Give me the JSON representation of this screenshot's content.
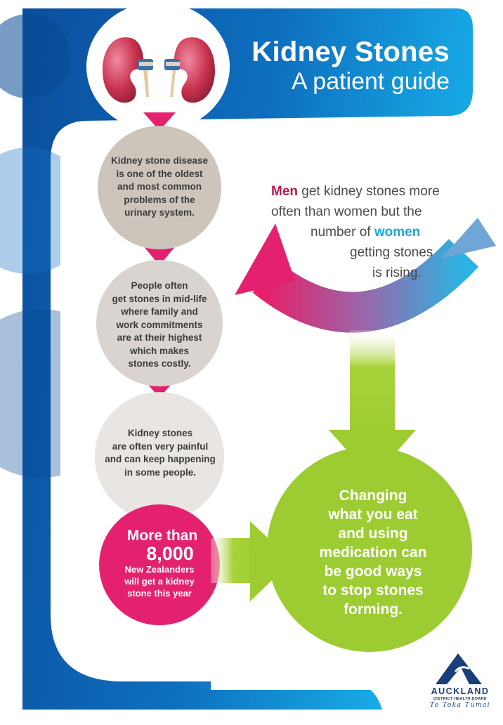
{
  "title": {
    "main": "Kidney Stones",
    "subtitle": "A patient guide"
  },
  "facts": [
    {
      "lines": [
        "Kidney stone disease",
        "is one of the oldest",
        "and most common",
        "problems of the",
        "urinary system."
      ]
    },
    {
      "lines": [
        "People often",
        "get stones in mid-life",
        "where family and",
        "work commitments",
        "are at their highest",
        "which makes",
        "stones costly."
      ]
    },
    {
      "lines": [
        "Kidney stones",
        "are often very painful",
        "and can keep happening",
        "in some people."
      ]
    }
  ],
  "stat": {
    "lead": "More than",
    "number": "8,000",
    "lines": [
      "New Zealanders",
      "will get a kidney",
      "stone this year"
    ]
  },
  "gender_note": {
    "men": "Men",
    "line1_rest": " get kidney stones more",
    "line2": "often than women but the",
    "line3_pre": "number of ",
    "women": "women",
    "line4": "getting stones",
    "line5": "is rising."
  },
  "solution": {
    "lines": [
      "Changing",
      "what you eat",
      "and using",
      "medication can",
      "be good ways",
      "to stop stones",
      "forming."
    ]
  },
  "logo": {
    "name": "AUCKLAND",
    "subtitle": "DISTRICT HEALTH BOARD",
    "maori": "Te Toka Tumai"
  },
  "icons": [
    "kidneys-icon",
    "curved-double-arrow",
    "down-arrow",
    "right-arrow",
    "adhb-logo-icon"
  ],
  "colors": {
    "blue_dark": "#0a5fae",
    "blue_light": "#16a6e4",
    "pink": "#e3216e",
    "green": "#9ccc32",
    "beige": "#cdc5bb",
    "grey": "#e8e5e2"
  }
}
